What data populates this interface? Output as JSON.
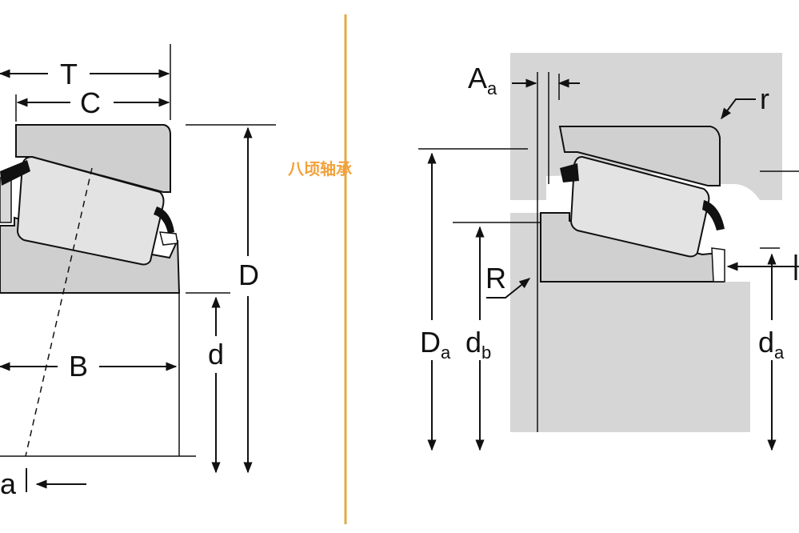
{
  "colors": {
    "part_fill": "#cfcfcf",
    "roller_fill": "#e3e3e3",
    "housing_fill": "#d6d6d6",
    "cage": "#111111",
    "divider": "#e0a94a",
    "watermark": "#f2a13a"
  },
  "watermark": "八顷轴承",
  "left_labels": {
    "T": "T",
    "C": "C",
    "D": "D",
    "B": "B",
    "d": "d",
    "a": "a"
  },
  "right_labels": {
    "A_main": "A",
    "A_sub": "a",
    "r": "r",
    "R": "R",
    "Da_main": "D",
    "Da_sub": "a",
    "db_main": "d",
    "db_sub": "b",
    "da_main": "d",
    "da_sub": "a"
  }
}
